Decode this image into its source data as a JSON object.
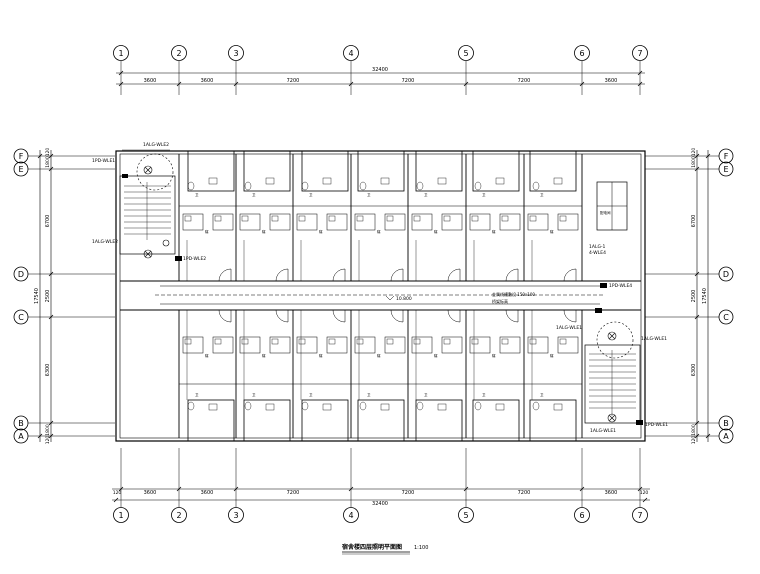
{
  "grid": {
    "top_axes": [
      "1",
      "2",
      "3",
      "4",
      "5",
      "6",
      "7"
    ],
    "bottom_axes": [
      "1",
      "2",
      "3",
      "4",
      "5",
      "6",
      "7"
    ],
    "left_axes": [
      "F",
      "E",
      "D",
      "C",
      "B",
      "A"
    ],
    "right_axes": [
      "F",
      "E",
      "D",
      "C",
      "B",
      "A"
    ]
  },
  "dimensions": {
    "top_total": "32400",
    "top_spans": [
      "3600",
      "3600",
      "7200",
      "7200",
      "7200",
      "3600"
    ],
    "bottom_total": "32400",
    "bottom_spans": [
      "3600",
      "3600",
      "7200",
      "7200",
      "7200",
      "3600"
    ],
    "bottom_edge_left": "120",
    "bottom_edge_right": "120",
    "left_total": "17540",
    "left_spans": [
      "6700",
      "2500",
      "6300"
    ],
    "left_small_top": "1800",
    "left_small_top2": "120",
    "left_small_bottom": "1800",
    "left_small_bottom2": "120",
    "right_total": "17540",
    "right_spans": [
      "6700",
      "2500",
      "6300"
    ],
    "right_small_top": "1800",
    "right_small_top2": "120",
    "right_small_bottom": "1800",
    "right_small_bottom2": "120"
  },
  "labels": {
    "stair_tl": "1ALG-WLE2",
    "stair_tl2": "1PD-WLE1",
    "stair_ml": "1ALG-WLE2",
    "panel_ml": "1PD-WLE2",
    "elevation": "10.800",
    "corridor_note": "金属线槽敷设 150x100",
    "corridor_note2": "桥架标高",
    "panel_r": "1ALG-1",
    "panel_r2": "4-WLE4",
    "panel_r3": "1PD-WLE4",
    "panel_rc": "1ALG-WLE1",
    "stair_r": "1ALG-WLE1",
    "stair_br": "1PD-WLE1",
    "stair_br2": "1ALG-WLE1",
    "room_tr": "配电间",
    "room_a": "寝",
    "room_b": "卫"
  },
  "title": {
    "main": "宿舍楼四层照明平面图",
    "scale": "1:100"
  },
  "colors": {
    "line": "#000000",
    "background": "#ffffff"
  }
}
